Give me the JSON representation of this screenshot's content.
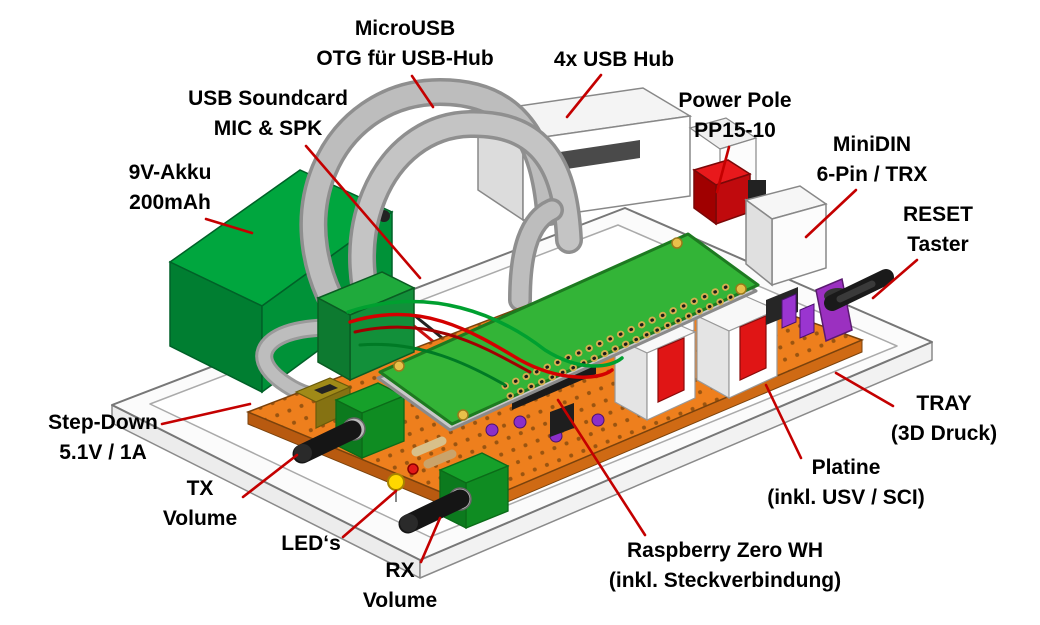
{
  "annotations": {
    "microusb": {
      "lines": [
        "MicroUSB",
        "OTG für USB-Hub"
      ]
    },
    "usbhub": {
      "lines": [
        "4x USB Hub"
      ]
    },
    "soundcard": {
      "lines": [
        "USB Soundcard",
        "MIC & SPK"
      ]
    },
    "powerpole": {
      "lines": [
        "Power Pole",
        "PP15-10"
      ]
    },
    "minidin": {
      "lines": [
        "MiniDIN",
        "6-Pin / TRX"
      ]
    },
    "reset": {
      "lines": [
        "RESET",
        "Taster"
      ]
    },
    "akku": {
      "lines": [
        "9V-Akku",
        "200mAh"
      ]
    },
    "tray": {
      "lines": [
        "TRAY",
        "(3D Druck)"
      ]
    },
    "stepdown": {
      "lines": [
        "Step-Down",
        "5.1V / 1A"
      ]
    },
    "tx": {
      "lines": [
        "TX",
        "Volume"
      ]
    },
    "leds": {
      "lines": [
        "LED‘s"
      ]
    },
    "rx": {
      "lines": [
        "RX",
        "Volume"
      ]
    },
    "raspberry": {
      "lines": [
        "Raspberry Zero WH",
        "(inkl. Steckverbindung)"
      ]
    },
    "platine": {
      "lines": [
        "Platine",
        "(inkl. USV / SCI)"
      ]
    }
  },
  "colors": {
    "arrow": "#c40000",
    "battery_green": "#00a63e",
    "perfboard_orange": "#ee7f1d",
    "pi_green": "#33b437",
    "transformer_red": "#e01515",
    "powerpole_red": "#d91a1c",
    "cable_gray": "#bdbdbd",
    "tray_white": "#fbfbfb",
    "cap_violet": "#8b2fc9",
    "led_yellow": "#ffd800",
    "label_text": "#000000"
  }
}
